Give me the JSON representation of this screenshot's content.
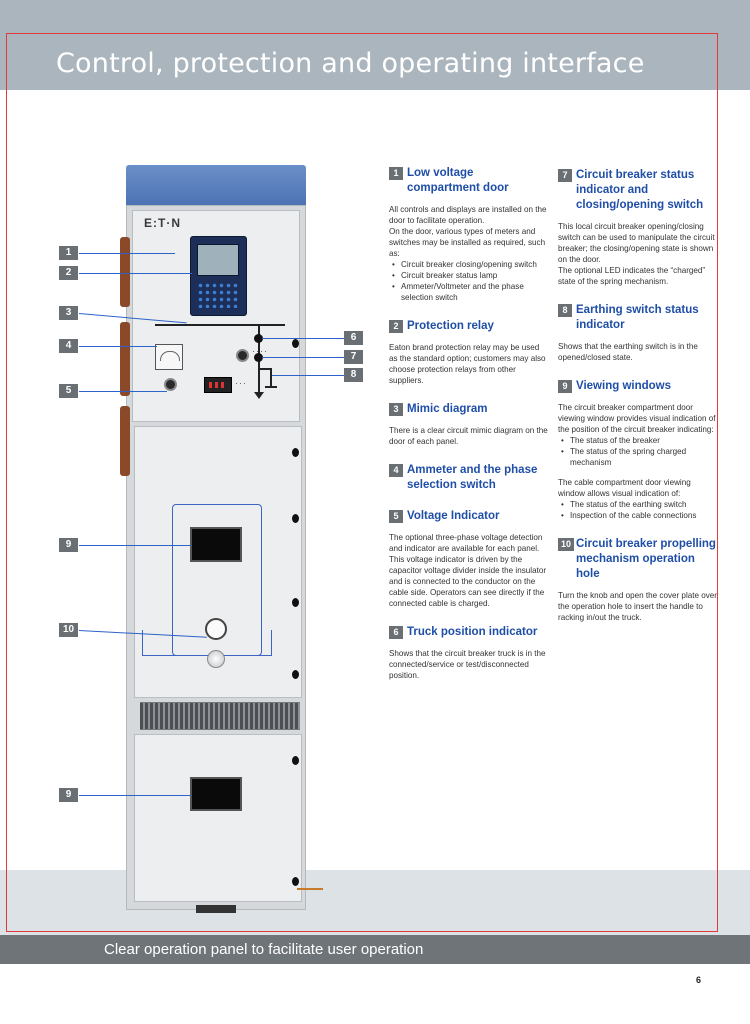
{
  "page_title": "Control, protection and operating interface",
  "footer_caption": "Clear operation panel to facilitate user operation",
  "page_number": "6",
  "logo_text": "E:T·N",
  "callouts": [
    "1",
    "2",
    "3",
    "4",
    "5",
    "6",
    "7",
    "8",
    "9",
    "10",
    "9"
  ],
  "sections": [
    {
      "num": "1",
      "title": "Low voltage compartment door",
      "paragraphs": [
        "All controls and displays are installed on the door to facilitate operation.",
        "On the door, various types of meters and switches may be installed as required, such as:"
      ],
      "bullets": [
        "Circuit breaker closing/opening switch",
        "Circuit breaker status lamp",
        "Ammeter/Voltmeter and the phase selection switch"
      ]
    },
    {
      "num": "2",
      "title": "Protection relay",
      "paragraphs": [
        "Eaton brand protection relay may be used as the standard option; customers may also choose protection relays from other suppliers."
      ],
      "bullets": []
    },
    {
      "num": "3",
      "title": "Mimic diagram",
      "paragraphs": [
        "There is a clear circuit mimic diagram on the door of each panel."
      ],
      "bullets": []
    },
    {
      "num": "4",
      "title": "Ammeter and the phase selection switch",
      "paragraphs": [],
      "bullets": []
    },
    {
      "num": "5",
      "title": "Voltage Indicator",
      "paragraphs": [
        "The optional three-phase voltage detection and indicator are available for each panel. This voltage indicator is driven by the capacitor voltage divider inside the insulator and is connected to the conductor on the cable side. Operators can see directly if the connected cable is charged."
      ],
      "bullets": []
    },
    {
      "num": "6",
      "title": "Truck position indicator",
      "paragraphs": [
        "Shows that the circuit breaker truck is in the connected/service or test/disconnected position."
      ],
      "bullets": []
    },
    {
      "num": "7",
      "title": "Circuit breaker status indicator and closing/opening switch",
      "paragraphs": [
        "This local circuit breaker opening/closing switch can be used to manipulate the circuit breaker; the closing/opening state is shown on the door.",
        "The optional LED indicates the “charged” state of the spring mechanism."
      ],
      "bullets": []
    },
    {
      "num": "8",
      "title": "Earthing switch status indicator",
      "paragraphs": [
        "Shows that the earthing switch is in the opened/closed state."
      ],
      "bullets": []
    },
    {
      "num": "9",
      "title": "Viewing windows",
      "paragraphs": [
        "The circuit breaker compartment door viewing window provides visual indication of the position of the circuit breaker indicating:"
      ],
      "bullets": [
        "The status of the breaker",
        "The status of the spring charged mechanism"
      ],
      "paragraphs2": [
        "The cable compartment door viewing window allows visual indication of:"
      ],
      "bullets2": [
        "The status of the earthing switch",
        "Inspection of the cable connections"
      ]
    },
    {
      "num": "10",
      "title": "Circuit breaker propelling mechanism operation hole",
      "paragraphs": [
        "Turn the knob and open the cover plate over the operation hole to insert the handle to racking in/out the truck."
      ],
      "bullets": []
    }
  ]
}
